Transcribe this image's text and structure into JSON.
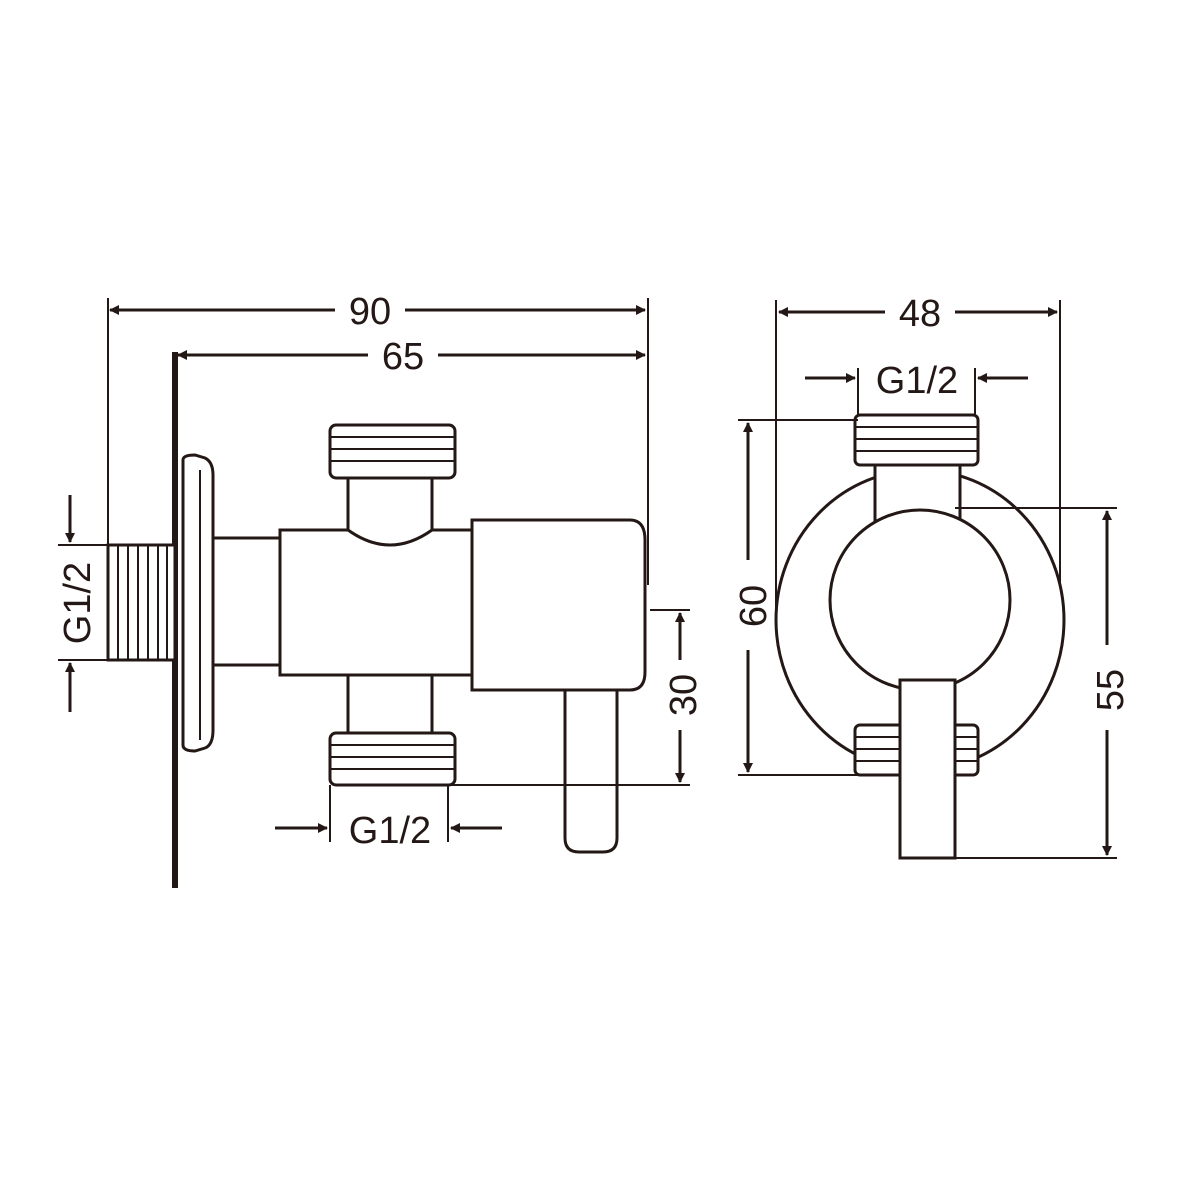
{
  "drawing": {
    "side_view": {
      "overall_length": "90",
      "body_length": "65",
      "inlet_thread": "G1/2",
      "outlet_thread": "G1/2",
      "handle_offset": "30"
    },
    "front_view": {
      "width": "48",
      "top_thread": "G1/2",
      "height": "60",
      "handle_height": "55"
    },
    "line_color": "#231815"
  }
}
